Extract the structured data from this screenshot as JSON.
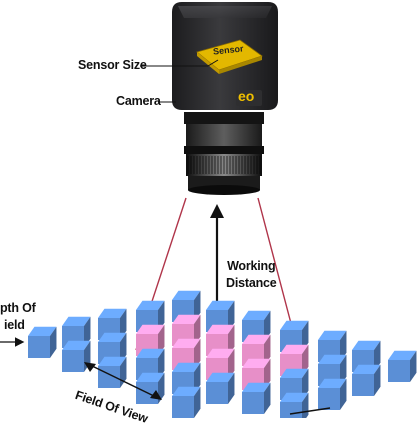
{
  "labels": {
    "sensor_size": "Sensor Size",
    "camera": "Camera",
    "sensor": "Sensor",
    "working_distance": [
      "Working",
      "Distance"
    ],
    "depth_of_field": [
      "pth Of",
      "ield"
    ],
    "field_of_view": "Field Of View"
  },
  "logo": {
    "text": "eo"
  },
  "colors": {
    "camera_body": "#2e2e30",
    "sensor_plate": "#e3b800",
    "focus_lines": "#b0354a",
    "cube_blue": "#5b8fd6",
    "cube_pink": "#e78fc8",
    "arrow": "#111111"
  },
  "icons": [
    "camera-body",
    "lens-barrel",
    "sensor-chip",
    "double-arrow"
  ]
}
